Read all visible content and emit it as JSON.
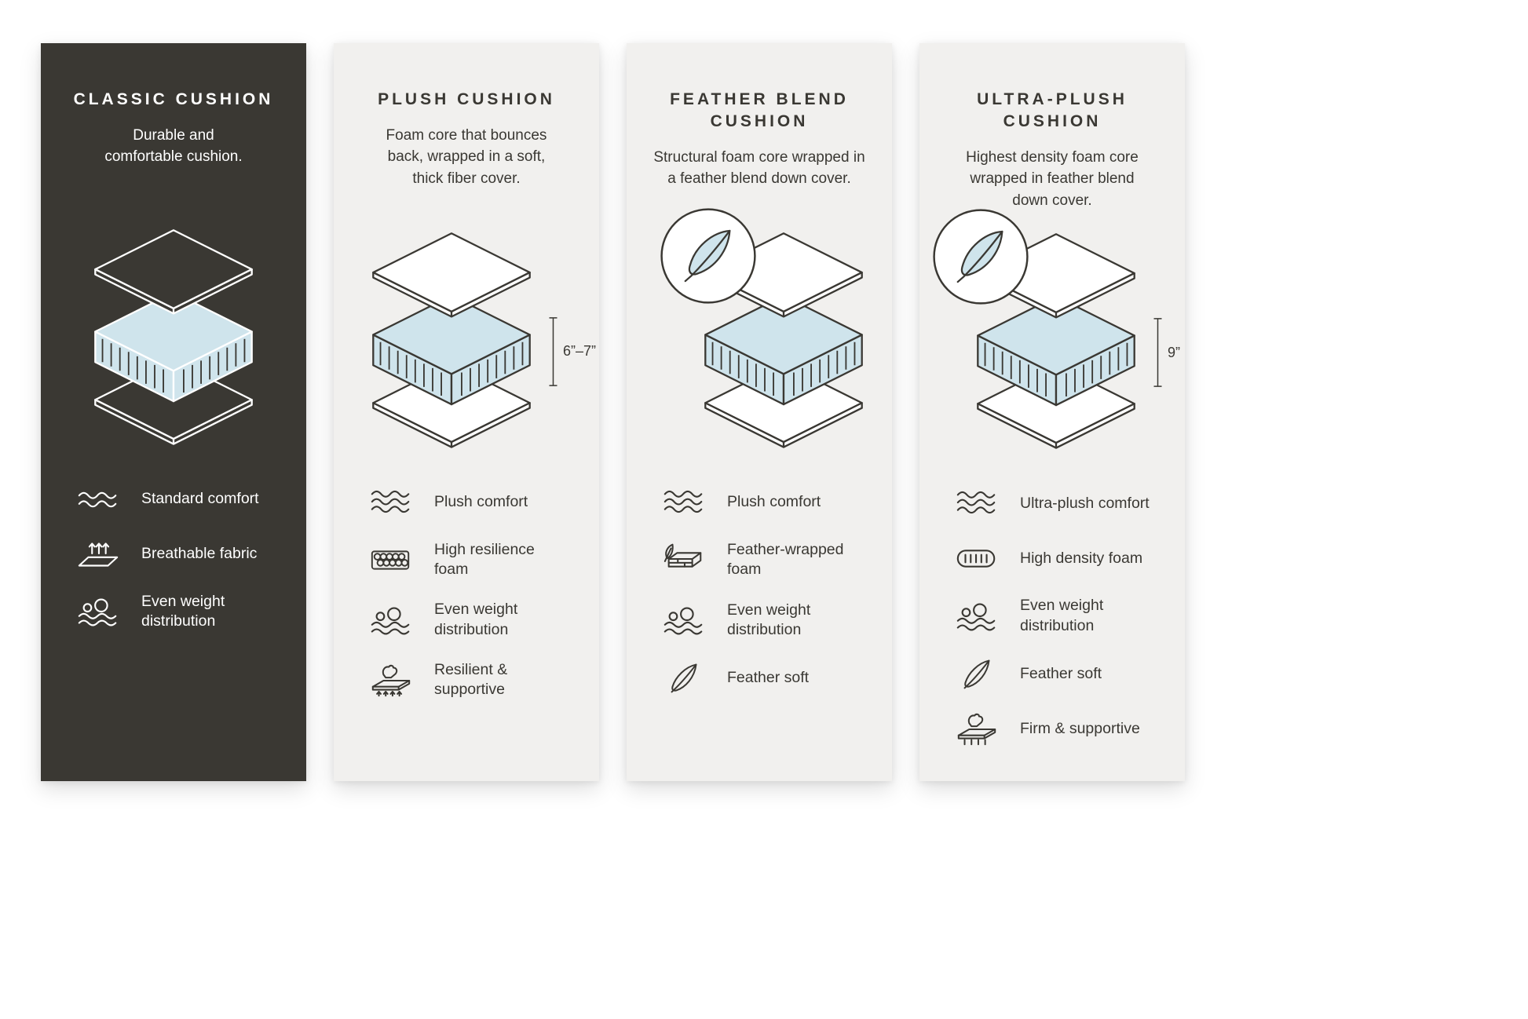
{
  "colors": {
    "page_bg": "#ffffff",
    "dark_panel": "#3a3833",
    "light_panel": "#f1f0ee",
    "foam_blue": "#cfe4ec",
    "outline": "#3a3833",
    "text_on_dark": "#ffffff"
  },
  "cards": [
    {
      "title": "CLASSIC CUSHION",
      "description": "Durable and comfortable cushion.",
      "theme": "dark",
      "diagram": {
        "type": "layered-cushion",
        "feather_badge": false,
        "dimension_label": ""
      },
      "features": [
        {
          "icon": "comfort-waves-icon",
          "label": "Standard comfort"
        },
        {
          "icon": "breathable-fabric-icon",
          "label": "Breathable fabric"
        },
        {
          "icon": "even-weight-icon",
          "label": "Even weight distribution"
        }
      ]
    },
    {
      "title": "PLUSH CUSHION",
      "description": "Foam core that bounces back, wrapped in a soft, thick fiber cover.",
      "theme": "light",
      "diagram": {
        "type": "layered-cushion",
        "feather_badge": false,
        "dimension_label": "6”–7”"
      },
      "features": [
        {
          "icon": "comfort-waves-icon",
          "label": "Plush comfort"
        },
        {
          "icon": "resilience-foam-icon",
          "label": "High resilience foam"
        },
        {
          "icon": "even-weight-icon",
          "label": "Even weight distribution"
        },
        {
          "icon": "resilient-supportive-icon",
          "label": "Resilient & supportive"
        }
      ]
    },
    {
      "title": "FEATHER BLEND CUSHION",
      "description": "Structural foam core wrapped in a feather blend down cover.",
      "theme": "light",
      "diagram": {
        "type": "layered-cushion",
        "feather_badge": true,
        "dimension_label": ""
      },
      "features": [
        {
          "icon": "comfort-waves-icon",
          "label": "Plush comfort"
        },
        {
          "icon": "feather-wrapped-foam-icon",
          "label": "Feather-wrapped foam"
        },
        {
          "icon": "even-weight-icon",
          "label": "Even weight distribution"
        },
        {
          "icon": "feather-icon",
          "label": "Feather soft"
        }
      ]
    },
    {
      "title": "ULTRA-PLUSH CUSHION",
      "description": "Highest density foam core wrapped in feather blend down cover.",
      "theme": "light",
      "diagram": {
        "type": "layered-cushion",
        "feather_badge": true,
        "dimension_label": "9”"
      },
      "features": [
        {
          "icon": "comfort-waves-icon",
          "label": "Ultra-plush comfort"
        },
        {
          "icon": "high-density-foam-icon",
          "label": "High density foam"
        },
        {
          "icon": "even-weight-icon",
          "label": "Even weight distribution"
        },
        {
          "icon": "feather-icon",
          "label": "Feather soft"
        },
        {
          "icon": "firm-supportive-icon",
          "label": "Firm & supportive"
        }
      ]
    }
  ]
}
